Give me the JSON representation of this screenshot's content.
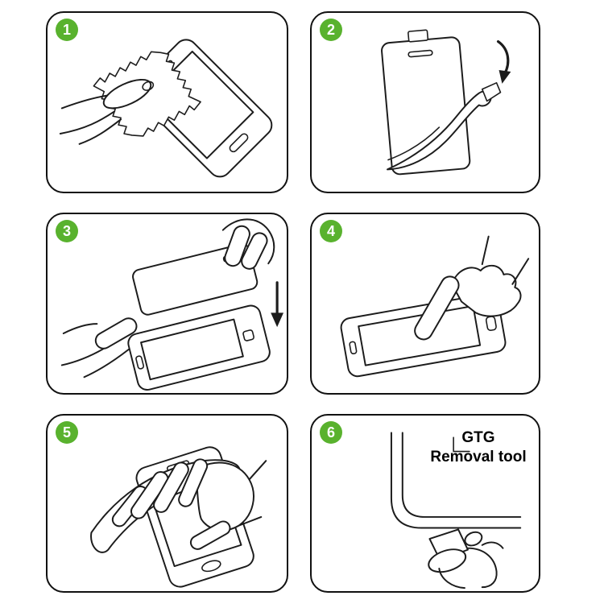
{
  "meta": {
    "background": "#ffffff"
  },
  "colors": {
    "badge_green": "#59b22e",
    "line_art": "#1c1c1c",
    "panel_border": "#111111"
  },
  "steps": [
    {
      "number": "1"
    },
    {
      "number": "2"
    },
    {
      "number": "3"
    },
    {
      "number": "4"
    },
    {
      "number": "5"
    },
    {
      "number": "6",
      "label_line1": "GTG",
      "label_line2": "Removal tool"
    }
  ]
}
